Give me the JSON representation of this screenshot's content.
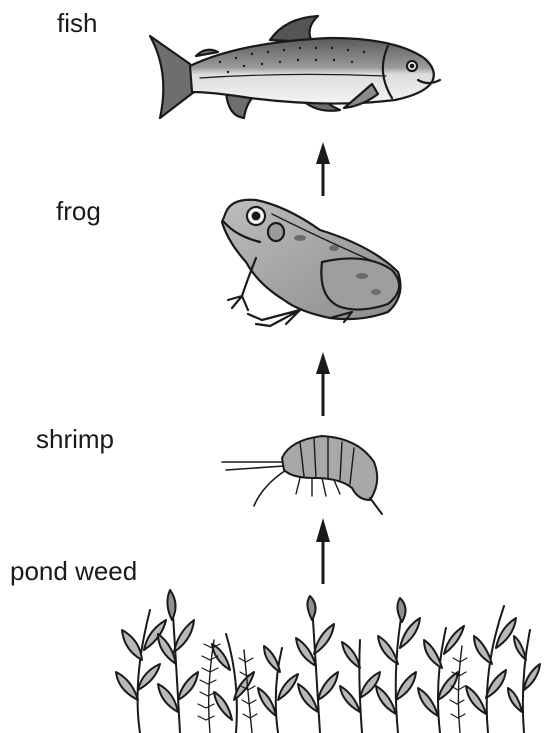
{
  "food_chain": {
    "organisms": [
      {
        "label": "fish",
        "icon": "fish-icon"
      },
      {
        "label": "frog",
        "icon": "frog-icon"
      },
      {
        "label": "shrimp",
        "icon": "shrimp-icon"
      },
      {
        "label": "pond weed",
        "icon": "pond-weed-icon"
      }
    ],
    "arrow_direction": "up"
  },
  "colors": {
    "ink": "#1a1a1a",
    "fill_light": "#d6d6d6",
    "fill_mid": "#a8a8a8",
    "fill_dark": "#6b6b6b"
  }
}
